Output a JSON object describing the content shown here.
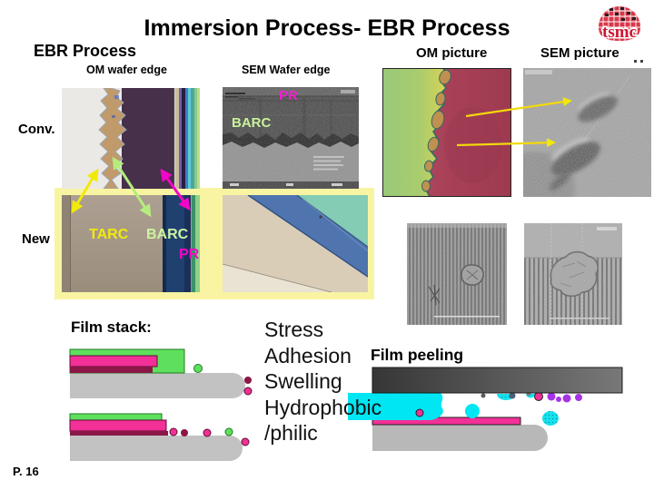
{
  "slide": {
    "title": "Immersion Process- EBR Process",
    "page_number": "P. 16",
    "logo_text": "tsmc"
  },
  "headers": {
    "ebr_process": "EBR Process",
    "om_picture": "OM picture",
    "sem_picture": "SEM picture",
    "om_wafer_edge": "OM  wafer edge",
    "sem_wafer_edge": "SEM Wafer edge"
  },
  "row_labels": {
    "conv": "Conv.",
    "new": "New"
  },
  "layer_labels": {
    "pr_conv": "PR",
    "barc_conv": "BARC",
    "tarc_new": "TARC",
    "barc_new": "BARC",
    "pr_new": "PR"
  },
  "film_stack": {
    "label": "Film stack:"
  },
  "film_peeling": {
    "label": "Film peeling"
  },
  "properties": [
    "Stress",
    "Adhesion",
    "Swelling",
    "Hydrophobic",
    "/philic"
  ],
  "colors": {
    "accent_yellow": "#f2e90c",
    "accent_green": "#b5ec7e",
    "accent_magenta": "#f406c8",
    "highlight_box": "#f8f4a2",
    "film_green": "#5ee05e",
    "film_pink": "#f23097",
    "film_maroon": "#8a1746",
    "wafer_gray": "#c2c2c2",
    "cyan": "#00e6f2",
    "purple": "#a632e8",
    "logo_red": "#cf1431",
    "navy_pr": "#20406f"
  }
}
